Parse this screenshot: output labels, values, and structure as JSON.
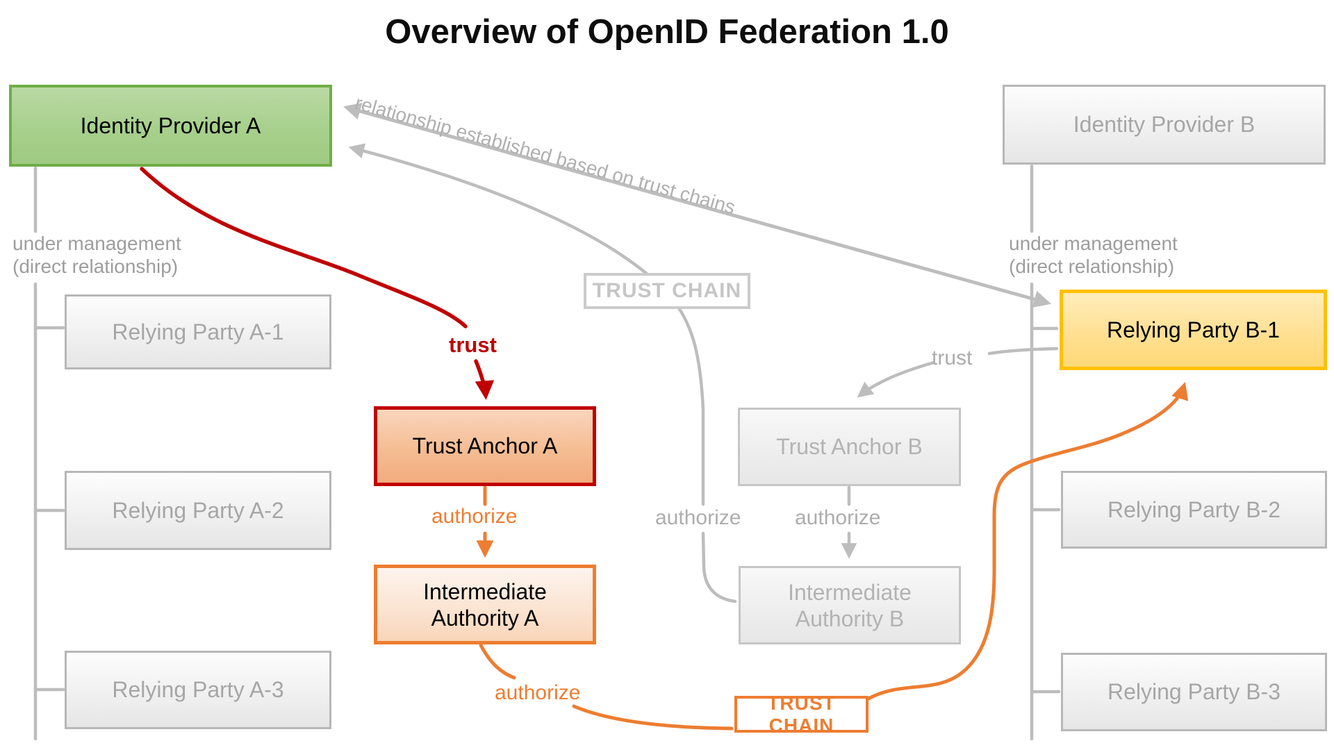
{
  "title": "Overview of OpenID Federation 1.0",
  "relationship_note": "relationship established based on trust chains",
  "colors": {
    "green_border": "#70AD47",
    "red": "#C00000",
    "orange": "#ED7D31",
    "yellow_border": "#FFC000",
    "gray_line": "#bdbdbd",
    "gray_text": "#a6a6a6"
  },
  "federation_a": {
    "identity_provider": "Identity Provider A",
    "management_note": [
      "under management",
      "(direct relationship)"
    ],
    "relying_parties": [
      "Relying Party A-1",
      "Relying Party A-2",
      "Relying Party A-3"
    ],
    "trust_label": "trust",
    "trust_anchor": "Trust Anchor A",
    "authorize_label_1": "authorize",
    "intermediate_authority": [
      "Intermediate",
      "Authority A"
    ],
    "authorize_label_2": "authorize",
    "trust_chain_badge": "TRUST CHAIN"
  },
  "federation_b": {
    "identity_provider": "Identity Provider B",
    "management_note": [
      "under management",
      "(direct relationship)"
    ],
    "relying_parties": [
      "Relying Party B-1",
      "Relying Party B-2",
      "Relying Party B-3"
    ],
    "trust_label": "trust",
    "trust_anchor": "Trust Anchor B",
    "authorize_label_1": "authorize",
    "authorize_label_2": "authorize",
    "intermediate_authority": [
      "Intermediate",
      "Authority B"
    ],
    "trust_chain_badge": "TRUST CHAIN"
  }
}
